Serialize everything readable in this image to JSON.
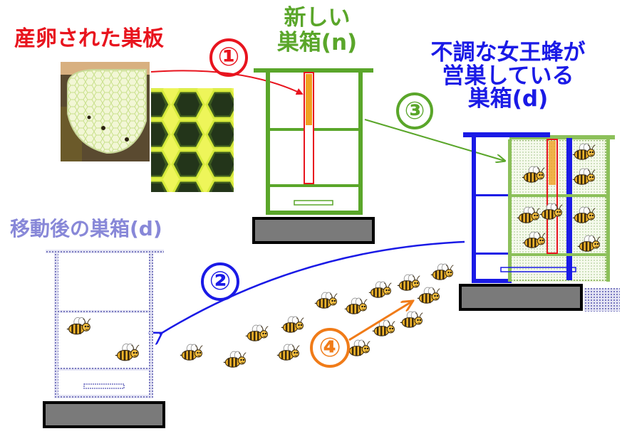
{
  "labels": {
    "eggs_comb": "産卵された巣板",
    "new_box": [
      "新しい",
      "巣箱(n)"
    ],
    "failing_queen_box": [
      "不調な女王蜂が",
      "営巣している",
      "巣箱(d)"
    ],
    "moved_box": "移動後の巣箱(d)"
  },
  "steps": {
    "step1": "①",
    "step2": "②",
    "step3": "③",
    "step4": "④"
  },
  "colors": {
    "red": "#e8141e",
    "green": "#5aa62a",
    "blue": "#1a1ae6",
    "lavender": "#8888d8",
    "orange": "#f07b18",
    "comb_yellow": "#e6f04a",
    "frame_orange": "#f0a020",
    "base_gray": "#7a7a7a"
  }
}
